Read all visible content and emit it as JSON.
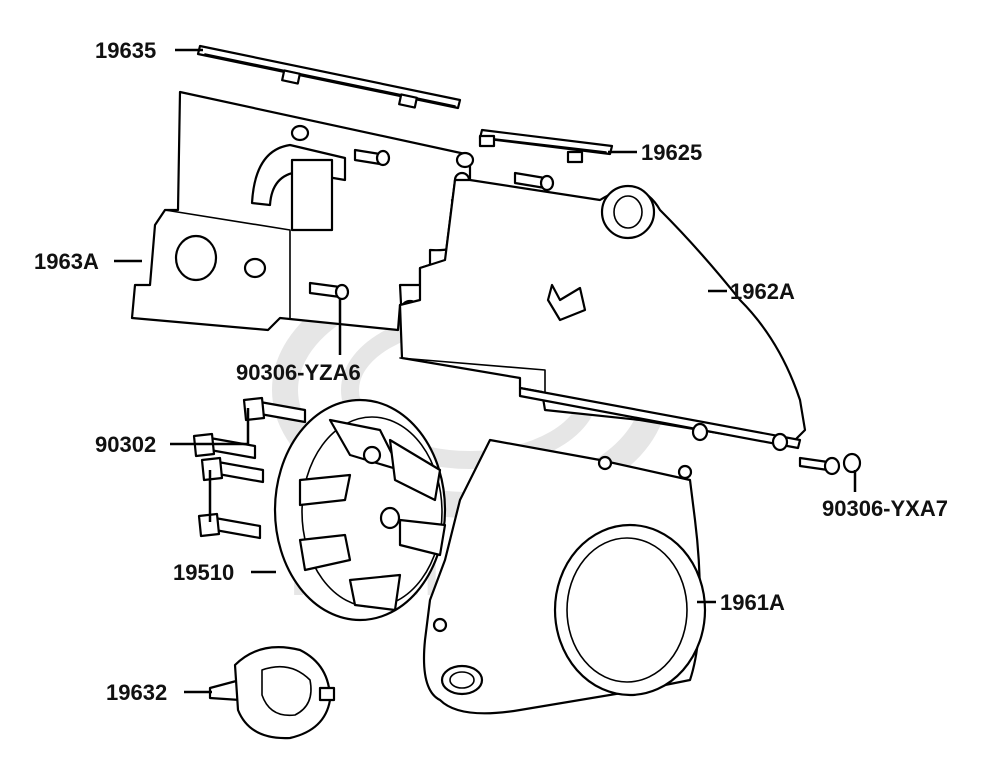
{
  "diagram": {
    "watermark": "KYMCO",
    "colors": {
      "ink": "#000000",
      "watermark": "#e6e6e6",
      "background": "#ffffff"
    },
    "parts": {
      "p19635": "19635",
      "p19625": "19625",
      "p1963A": "1963A",
      "p1962A": "1962A",
      "p90306_YZA6": "90306-YZA6",
      "p90302": "90302",
      "p90306_YXA7": "90306-YXA7",
      "p19510": "19510",
      "p1961A": "1961A",
      "p19632": "19632"
    }
  }
}
